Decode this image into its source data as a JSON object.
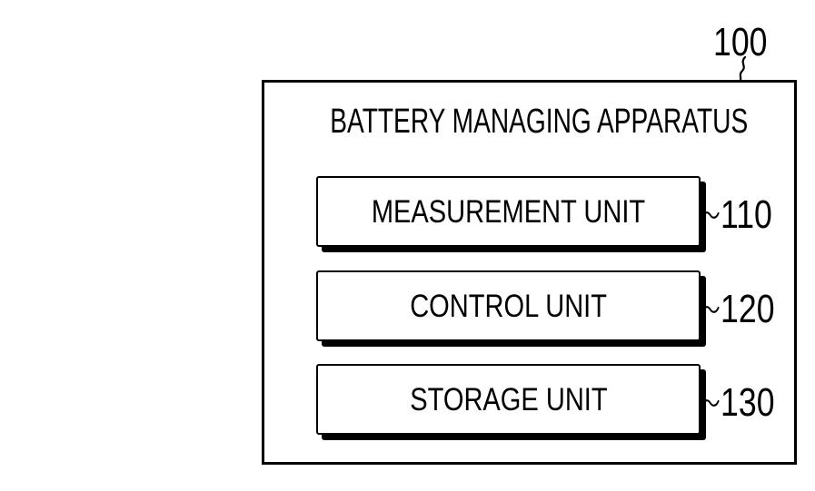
{
  "figure": {
    "apparatus_ref": "100",
    "title": "BATTERY MANAGING APPARATUS",
    "units": [
      {
        "name": "MEASUREMENT UNIT",
        "ref": "110"
      },
      {
        "name": "CONTROL UNIT",
        "ref": "120"
      },
      {
        "name": "STORAGE UNIT",
        "ref": "130"
      }
    ],
    "icons": {
      "ref_connector": "tilde-squiggle",
      "apparatus_leader": "vertical-squiggle"
    },
    "colors": {
      "line": "#000000",
      "background": "#ffffff"
    }
  }
}
